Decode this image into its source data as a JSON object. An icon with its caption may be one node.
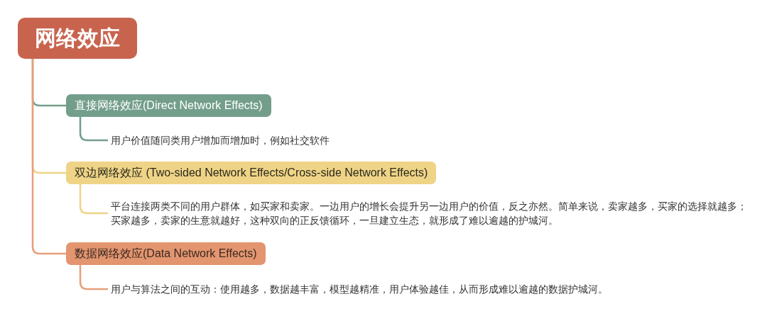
{
  "diagram": {
    "nodes": [
      {
        "text": [
          "网络效应"
        ]
      },
      {
        "text": [
          "直接网络效应(Direct Network Effects)"
        ]
      },
      {
        "text": [
          "用户价值随同类用户增加而增加时，例如社交软件"
        ]
      },
      {
        "text": [
          "双边网络效应 (Two-sided Network Effects/Cross-side Network Effects)"
        ]
      },
      {
        "text": [
          "平台连接两类不同的用户群体，如买家和卖家。一边用户的增长会提升另一边用户的价值，反之亦然。简单来说，卖家越多，买家的选择就越多；买家越多，卖家的生意就越好，这种双向的正反馈循环，一旦建立生态，就形成了难以逾越的护城河。"
        ]
      },
      {
        "text": [
          "数据网络效应(Data Network Effects)"
        ]
      },
      {
        "text": [
          "用户与算法之间的互动：使用越多，数据越丰富，模型越精准，用户体验越佳，从而形成难以逾越的数据护城河。"
        ]
      }
    ],
    "edges": [
      {
        "from": 0,
        "to": 1,
        "arrow": "none",
        "color": "#739e8c"
      },
      {
        "from": 0,
        "to": 3,
        "arrow": "none",
        "color": "#efd487"
      },
      {
        "from": 0,
        "to": 5,
        "arrow": "none",
        "color": "#e69f7a"
      },
      {
        "from": 1,
        "to": 2,
        "arrow": "none",
        "color": "#739e8c"
      },
      {
        "from": 3,
        "to": 4,
        "arrow": "none",
        "color": "#efd487"
      },
      {
        "from": 5,
        "to": 6,
        "arrow": "none",
        "color": "#e69f7a"
      }
    ]
  }
}
